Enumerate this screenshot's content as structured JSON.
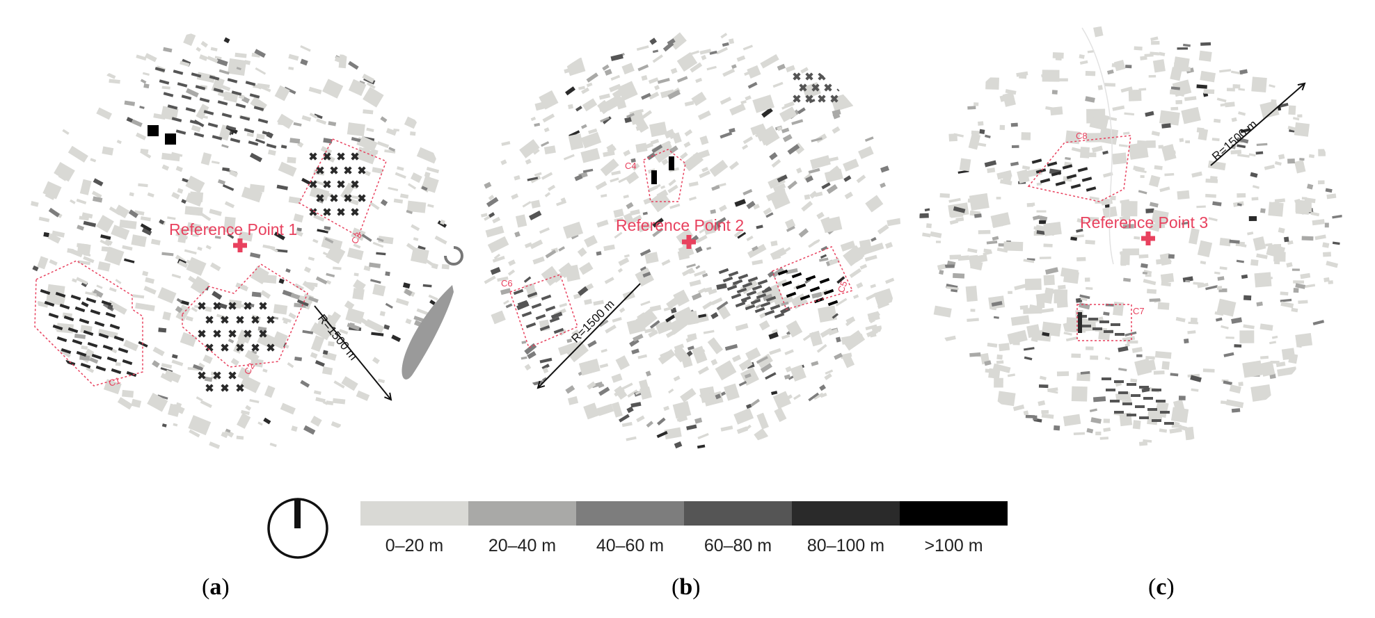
{
  "maps": [
    {
      "id": "a",
      "reference_label": "Reference Point 1",
      "radius_label": "R=1500 m",
      "zones": [
        "C1",
        "C2",
        "C3"
      ],
      "caption": "a",
      "water_body": true
    },
    {
      "id": "b",
      "reference_label": "Reference Point 2",
      "radius_label": "R=1500 m",
      "zones": [
        "C4",
        "C5",
        "C6"
      ],
      "caption": "b",
      "water_body": false
    },
    {
      "id": "c",
      "reference_label": "Reference Point 3",
      "radius_label": "R=1500 m",
      "zones": [
        "C7",
        "C8"
      ],
      "caption": "c",
      "water_body": false
    }
  ],
  "legend": {
    "classes": [
      {
        "label": "0–20 m",
        "color": "#d9d9d5"
      },
      {
        "label": "20–40 m",
        "color": "#a9a9a7"
      },
      {
        "label": "40–60 m",
        "color": "#7d7d7d"
      },
      {
        "label": "60–80 m",
        "color": "#555555"
      },
      {
        "label": "80–100 m",
        "color": "#2a2a2a"
      },
      {
        "label": ">100 m",
        "color": "#000000"
      }
    ]
  },
  "colors": {
    "accent": "#e8415e",
    "zone_outline": "#e8415e",
    "water": "#9a9a9a"
  },
  "icons": [
    "north-arrow-icon",
    "reference-cross-icon",
    "radius-arrow-icon"
  ]
}
